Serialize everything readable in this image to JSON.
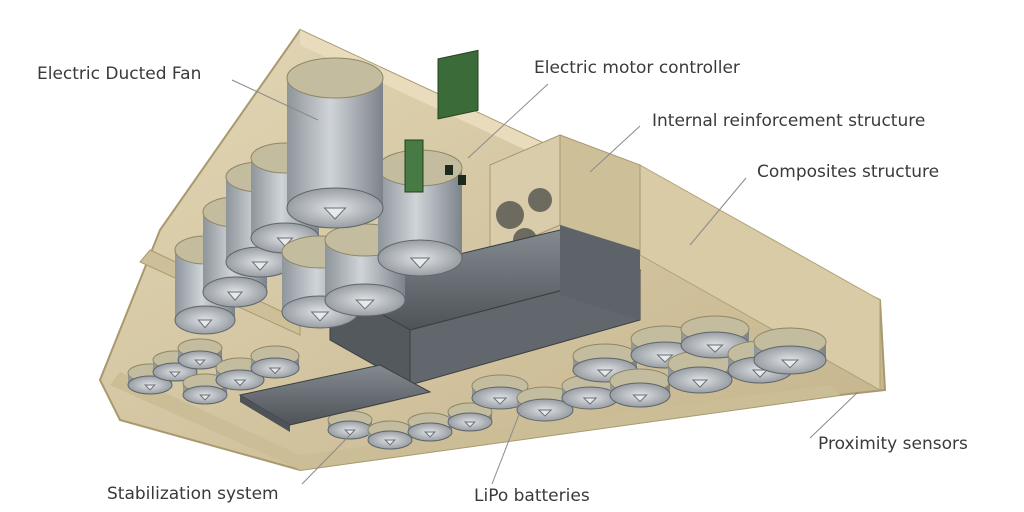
{
  "labels": {
    "electric_ducted_fan": "Electric Ducted Fan",
    "electric_motor_controller": "Electric motor controller",
    "internal_reinforcement_structure": "Internal reinforcement structure",
    "composites_structure": "Composites structure",
    "proximity_sensors": "Proximity sensors",
    "stabilization_system": "Stabilization system",
    "lipo_batteries": "LiPo batteries"
  },
  "colors": {
    "shell": "#d6c9a6",
    "shell_dark": "#b8a982",
    "shell_inner": "#c9bb93",
    "fan": "#a9b0b6",
    "fan_dark": "#6f767c",
    "battery": "#6a7076",
    "battery_dark": "#474c51",
    "pcb": "#3c6b3a",
    "leader": "#8a8a8a",
    "text": "#3a3a3a"
  }
}
